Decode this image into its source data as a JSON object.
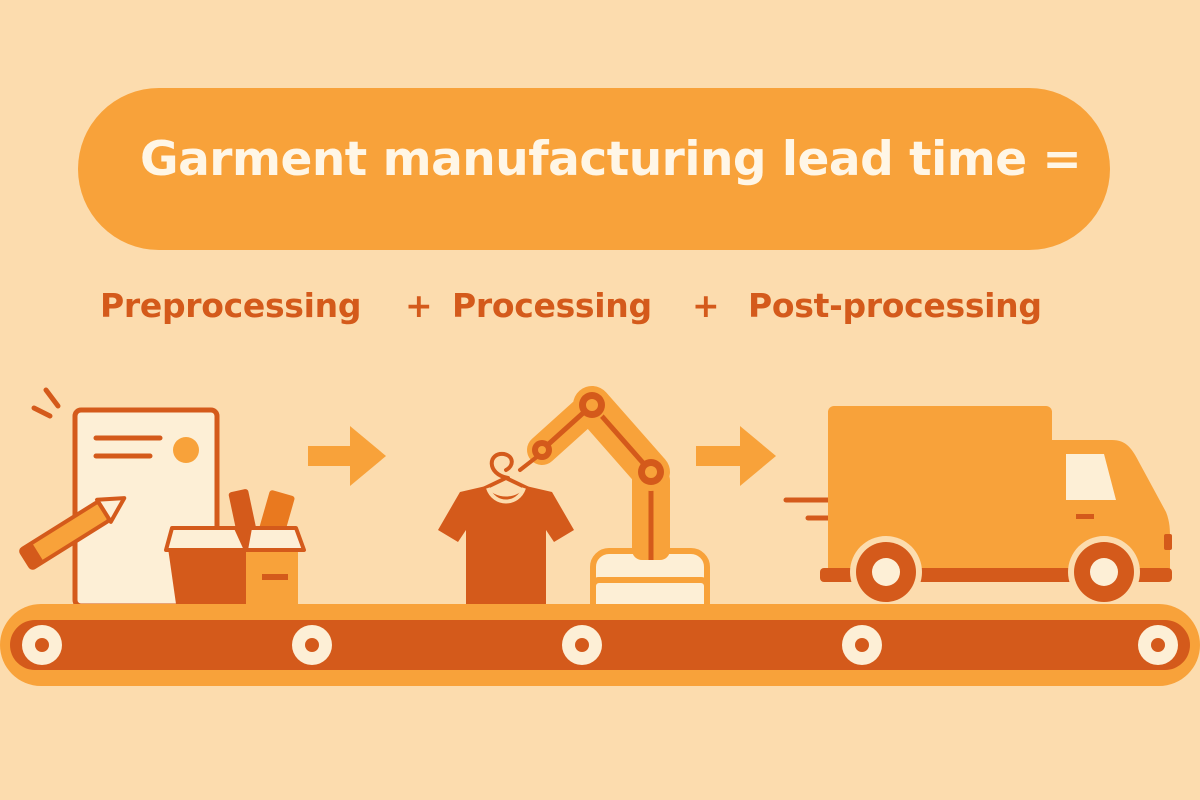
{
  "title": "Garment manufacturing lead time =",
  "formula": {
    "term1": "Preprocessing",
    "op1": "+",
    "term2": "Processing",
    "op2": "+",
    "term3": "Post-processing"
  },
  "colors": {
    "background": "#fcdcae",
    "accent": "#f8a23a",
    "dark_orange": "#d45a1b",
    "cream": "#fdefd6"
  },
  "icons": [
    "document-icon",
    "pencil-icon",
    "box-icon",
    "arrow-right-icon",
    "shirt-hanger-icon",
    "robot-arm-icon",
    "delivery-truck-icon",
    "conveyor-belt-icon"
  ]
}
